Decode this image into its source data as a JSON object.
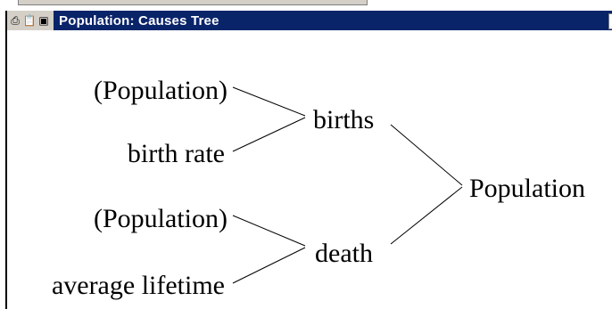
{
  "window": {
    "title": "Population: Causes Tree",
    "toolbar_icons": [
      "print-icon",
      "clipboard-icon",
      "save-icon"
    ]
  },
  "tree": {
    "root": "Population",
    "branches": [
      {
        "label": "births",
        "causes": [
          "(Population)",
          "birth rate"
        ]
      },
      {
        "label": "death",
        "causes": [
          "(Population)",
          "average lifetime"
        ]
      }
    ]
  }
}
